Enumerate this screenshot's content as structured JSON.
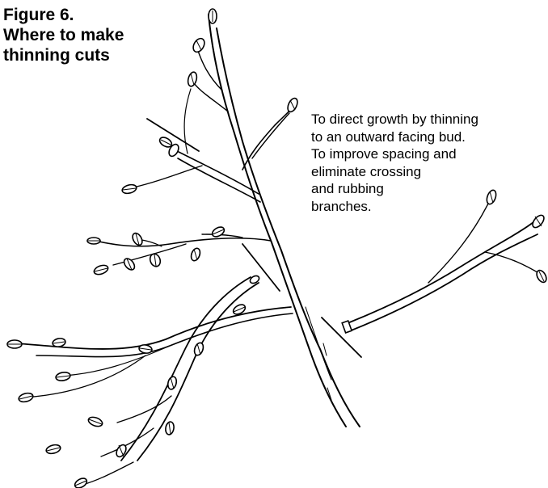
{
  "figure": {
    "title_lines": [
      "Figure 6.",
      "Where to make",
      "thinning cuts"
    ],
    "caption_lines": [
      "To direct growth by thinning",
      "to an outward facing bud.",
      "To improve spacing and",
      "eliminate crossing",
      "and rubbing",
      "branches."
    ]
  }
}
